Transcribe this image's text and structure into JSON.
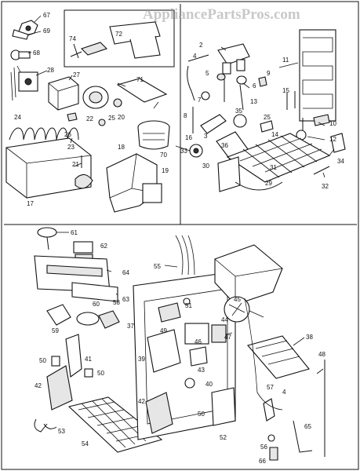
{
  "watermark": "AppliancePartsPros.com",
  "labels": {
    "p2": "2",
    "p3": "3",
    "p4": "4",
    "p5": "5",
    "p6": "6",
    "p7": "7",
    "p8": "8",
    "p9": "9",
    "p10": "10",
    "p11": "11",
    "p12": "12",
    "p13": "13",
    "p14": "14",
    "p15": "15",
    "p16": "16",
    "p17": "17",
    "p18": "18",
    "p19": "19",
    "p20": "20",
    "p21": "21",
    "p22": "22",
    "p23": "23",
    "p24": "24",
    "p25": "25",
    "p25b": "25",
    "p26": "26",
    "p27": "27",
    "p28": "28",
    "p29": "29",
    "p30": "30",
    "p31": "31",
    "p32": "32",
    "p33": "33",
    "p34": "34",
    "p35": "35",
    "p36": "36",
    "p37": "37",
    "p38": "38",
    "p39": "39",
    "p40": "40",
    "p41": "41",
    "p42": "42",
    "p42b": "42",
    "p43": "43",
    "p44": "44",
    "p45": "45",
    "p46": "46",
    "p47": "47",
    "p48": "48",
    "p49": "49",
    "p50": "50",
    "p50b": "50",
    "p50c": "50",
    "p51": "51",
    "p52": "52",
    "p53": "53",
    "p54": "54",
    "p55": "55",
    "p56": "56",
    "p57": "57",
    "p58": "58",
    "p59": "59",
    "p60": "60",
    "p61": "61",
    "p62": "62",
    "p63": "63",
    "p64": "64",
    "p65": "65",
    "p66": "66",
    "p67": "67",
    "p68": "68",
    "p69": "69",
    "p70": "70",
    "p71": "71",
    "p72": "72",
    "p74": "74"
  }
}
